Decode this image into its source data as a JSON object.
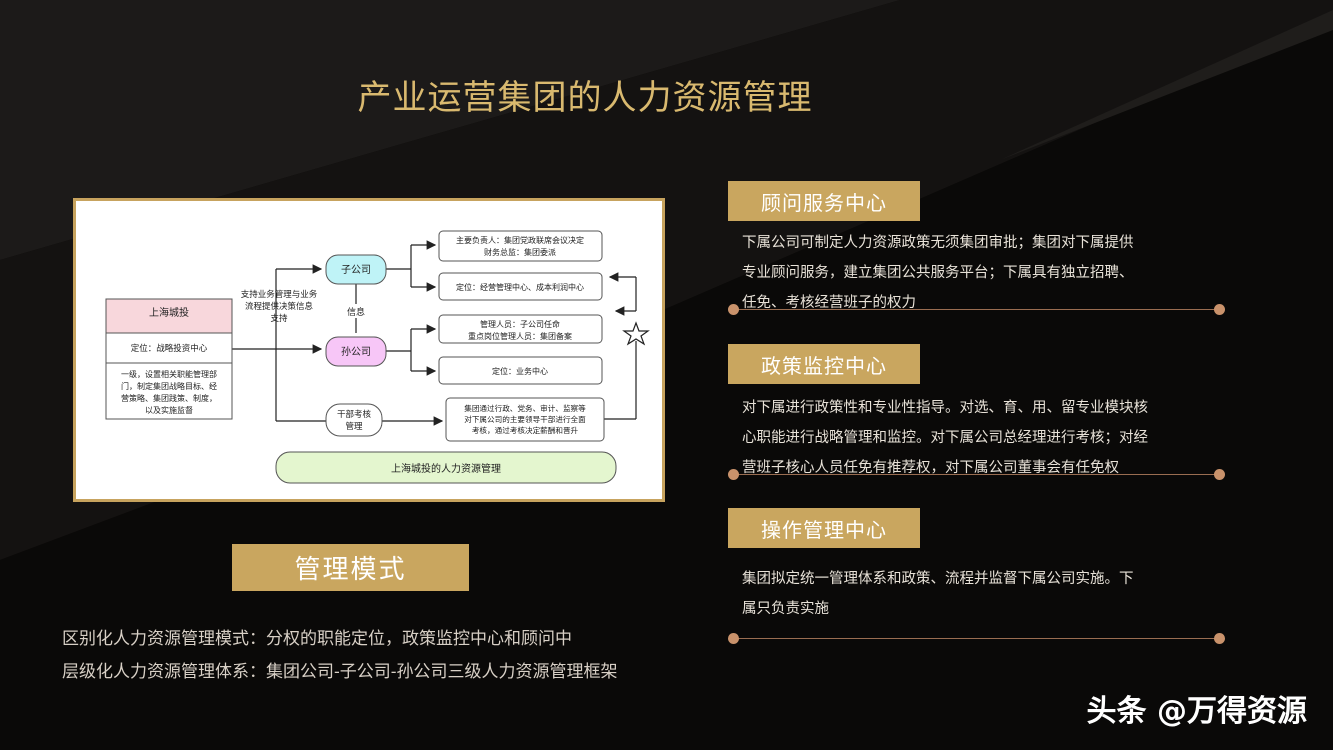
{
  "title": "产业运营集团的人力资源管理",
  "diagram": {
    "root": "上海城投",
    "root_position": "定位：战略投资中心",
    "root_desc": [
      "一级，设置相关职能管理部",
      "门，制定集团战略目标、经",
      "营策略、集团践策、制度，",
      "以及实施监督"
    ],
    "support_text": [
      "支持业务管理与业务",
      "流程提供决策信息",
      "支持"
    ],
    "subsidiary": "子公司",
    "info": "信息",
    "grandchild": "孙公司",
    "cadre": [
      "干部考核",
      "管理"
    ],
    "sub_box1": [
      "主要负责人：集团党政联席会议决定",
      "财务总监：集团委派"
    ],
    "sub_box2": "定位：经营管理中心、成本利润中心",
    "grand_box1": [
      "管理人员：子公司任命",
      "重点岗位管理人员：集团备案"
    ],
    "grand_box2": "定位：业务中心",
    "cadre_box": [
      "集团通过行政、党务、审计、监察等",
      "对下属公司的主要领导干部进行全面",
      "考核，通过考核决定薪酬和晋升"
    ],
    "bottom_label": "上海城投的人力资源管理",
    "colors": {
      "root": "#f8d7dc",
      "subsidiary": "#bff3f7",
      "grandchild": "#f7c6f7",
      "bottom": "#e4f6cf"
    }
  },
  "mode": {
    "label": "管理模式",
    "lines": [
      "区别化人力资源管理模式：分权的职能定位，政策监控中心和顾问中",
      "层级化人力资源管理体系：集团公司-子公司-孙公司三级人力资源管理框架"
    ]
  },
  "sections": [
    {
      "label": "顾问服务中心",
      "lines": [
        "下属公司可制定人力资源政策无须集团审批；集团对下属提供",
        "专业顾问服务，建立集团公共服务平台；下属具有独立招聘、",
        "任免、考核经营班子的权力"
      ]
    },
    {
      "label": "政策监控中心",
      "lines": [
        "对下属进行政策性和专业性指导。对选、育、用、留专业模块核",
        "心职能进行战略管理和监控。对下属公司总经理进行考核；对经",
        "营班子核心人员任免有推荐权，对下属公司董事会有任免权"
      ]
    },
    {
      "label": "操作管理中心",
      "lines": [
        "集团拟定统一管理体系和政策、流程并监督下属公司实施。下",
        "属只负责实施"
      ]
    }
  ],
  "watermark": "头条 @万得资源",
  "accent_color": "#c9a65f"
}
